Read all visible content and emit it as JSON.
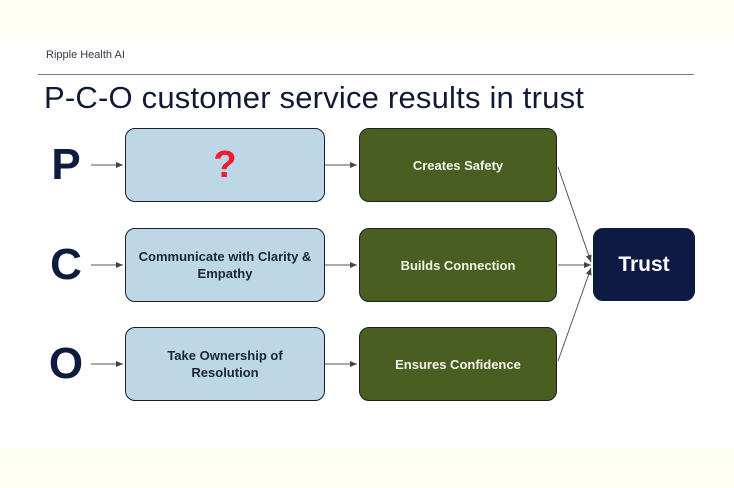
{
  "brand": "Ripple Health AI",
  "title": "P-C-O customer service results in trust",
  "colors": {
    "input_box": "#bdd7e6",
    "outcome_box": "#4a5e22",
    "trust_box": "#0c1a44",
    "question_mark": "#ee1c2e",
    "letter": "#0d1b3e"
  },
  "rows": [
    {
      "letter": "P",
      "action": "?",
      "action_is_placeholder": true,
      "outcome": "Creates Safety"
    },
    {
      "letter": "C",
      "action": "Communicate with Clarity & Empathy",
      "action_is_placeholder": false,
      "outcome": "Builds Connection"
    },
    {
      "letter": "O",
      "action": "Take Ownership of Resolution",
      "action_is_placeholder": false,
      "outcome": "Ensures Confidence"
    }
  ],
  "result": "Trust"
}
